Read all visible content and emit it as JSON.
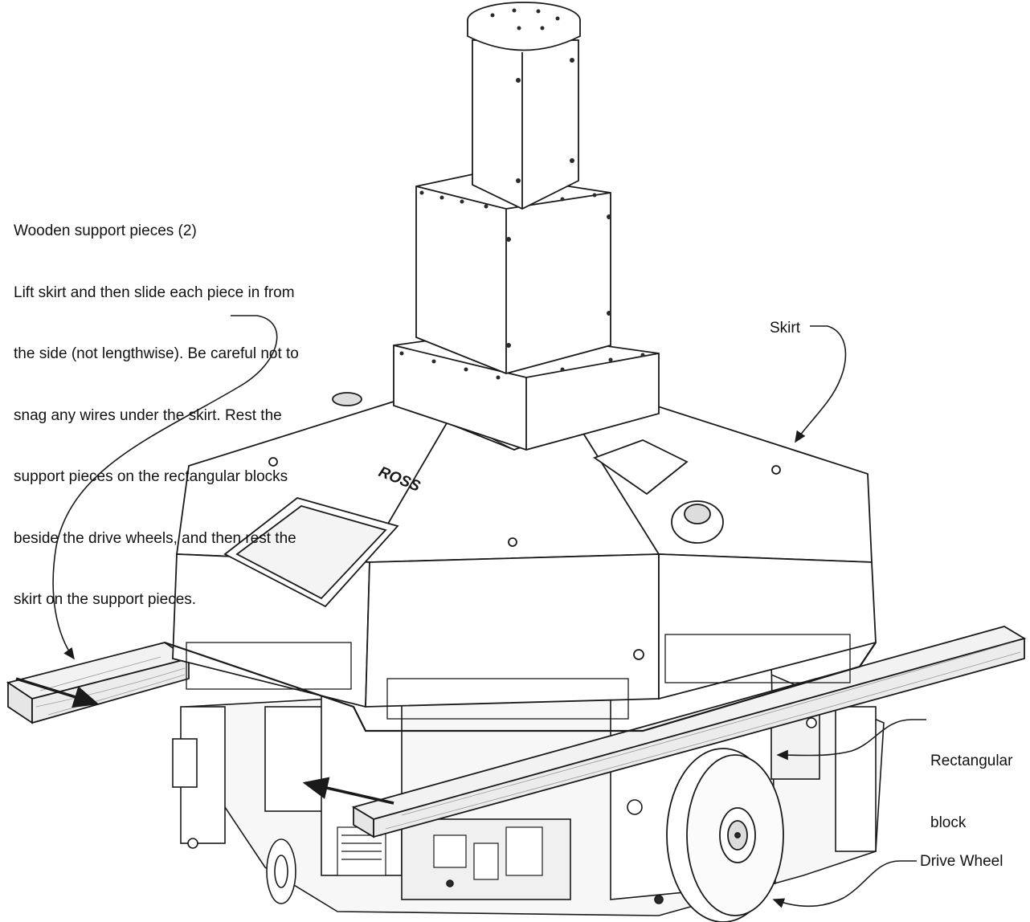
{
  "callouts": {
    "wooden_support": {
      "lines": [
        "Wooden support pieces (2)",
        "Lift skirt and then slide each piece in from",
        "the side (not lengthwise). Be careful not to",
        "snag any wires under the skirt. Rest the",
        "support pieces on the rectangular blocks",
        "beside the drive wheels, and then rest the",
        "skirt on the support pieces."
      ]
    },
    "skirt": "Skirt",
    "rectangular_block": [
      "Rectangular",
      "block"
    ],
    "drive_wheel": "Drive Wheel"
  },
  "logo_text": "ROSS",
  "colors": {
    "line": "#1a1a1a",
    "wood_fill": "#ececec",
    "panel_fill": "#ffffff",
    "shade": "#d9d9d9",
    "dark": "#2b2b2b"
  }
}
